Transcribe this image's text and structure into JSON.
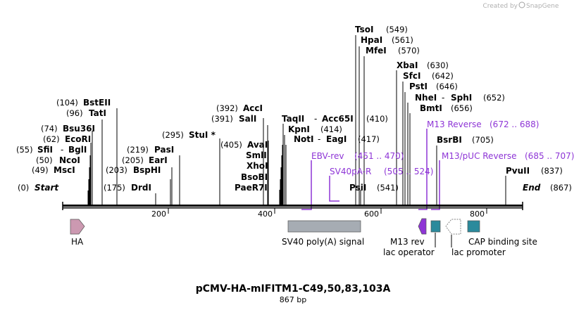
{
  "credit": "Created by",
  "credit_app": "SnapGene",
  "plasmid": {
    "name": "pCMV-HA-mIFITM1-C49,50,83,103A",
    "length_label": "867 bp"
  },
  "ends": {
    "start_label": "Start",
    "start_pos": "(0)",
    "end_label": "End",
    "end_pos": "(867)"
  },
  "ticks": [
    "200",
    "400",
    "600",
    "800"
  ],
  "enzymes": [
    {
      "name": "MscI",
      "pos": "(49)"
    },
    {
      "name": "NcoI",
      "pos": "(50)"
    },
    {
      "name": "SfiI",
      "pos": "(55)",
      "name2": "BglI"
    },
    {
      "name": "EcoRI",
      "pos": "(62)"
    },
    {
      "name": "Bsu36I",
      "pos": "(74)"
    },
    {
      "name": "TatI",
      "pos": "(96)"
    },
    {
      "name": "BstEII",
      "pos": "(104)"
    },
    {
      "name": "DrdI",
      "pos": "(175)"
    },
    {
      "name": "BspHI",
      "pos": "(203)"
    },
    {
      "name": "EarI",
      "pos": "(205)"
    },
    {
      "name": "PasI",
      "pos": "(219)"
    },
    {
      "name": "StuI *",
      "pos": "(295)"
    },
    {
      "name": "PaeR7I",
      "pos": ""
    },
    {
      "name": "BsoBI",
      "pos": ""
    },
    {
      "name": "XhoI",
      "pos": ""
    },
    {
      "name": "SmlI",
      "pos": ""
    },
    {
      "name": "AvaI",
      "pos": "(405)"
    },
    {
      "name": "SalI",
      "pos": "(391)"
    },
    {
      "name": "AccI",
      "pos": "(392)"
    },
    {
      "name": "NotI",
      "pos": "(417)",
      "name2": "EagI"
    },
    {
      "name": "KpnI",
      "pos": "(414)"
    },
    {
      "name": "TaqII",
      "pos": "(410)",
      "name2": "Acc65I"
    },
    {
      "name": "PsiI",
      "pos": "(541)"
    },
    {
      "name": "MfeI",
      "pos": "(570)"
    },
    {
      "name": "HpaI",
      "pos": "(561)"
    },
    {
      "name": "TsoI",
      "pos": "(549)"
    },
    {
      "name": "BsrBI",
      "pos": "(705)"
    },
    {
      "name": "BmtI",
      "pos": "(656)"
    },
    {
      "name": "NheI",
      "pos": "(652)",
      "name2": "SphI"
    },
    {
      "name": "PstI",
      "pos": "(646)"
    },
    {
      "name": "SfcI",
      "pos": "(642)"
    },
    {
      "name": "XbaI",
      "pos": "(630)"
    },
    {
      "name": "PvuII",
      "pos": "(837)"
    }
  ],
  "primers": [
    {
      "name": "EBV-rev",
      "range": "(451 .. 470)"
    },
    {
      "name": "SV40pA-R",
      "range": "(505 .. 524)"
    },
    {
      "name": "M13 Reverse",
      "range": "(672 .. 688)"
    },
    {
      "name": "M13/pUC Reverse",
      "range": "(685 .. 707)"
    }
  ],
  "features": [
    {
      "name": "HA"
    },
    {
      "name": "SV40 poly(A) signal"
    },
    {
      "name": "M13 rev"
    },
    {
      "name": "lac operator"
    },
    {
      "name": "lac promoter"
    },
    {
      "name": "CAP binding site"
    }
  ],
  "colors": {
    "primer": "#8e35d6",
    "HA": "#cc99b1",
    "polyA": "#a6acb3",
    "lac_operator": "#2b8a9c",
    "CAP": "#2b8a9c",
    "M13rev": "#8e35d6"
  }
}
